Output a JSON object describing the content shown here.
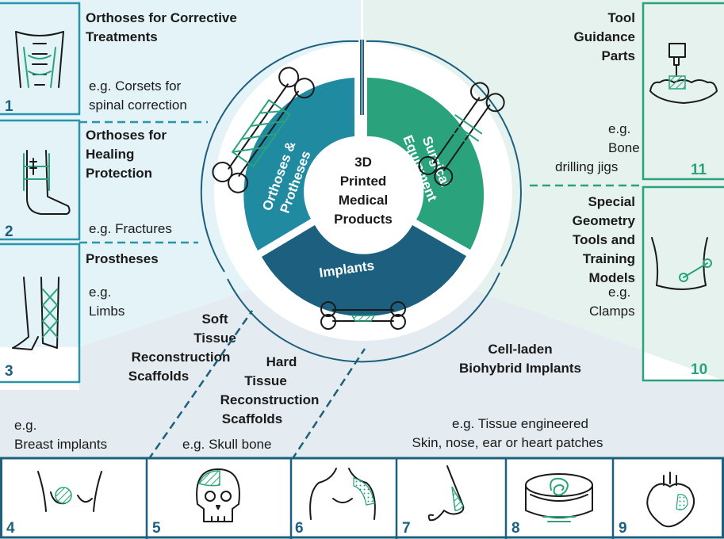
{
  "colors": {
    "orthoses_ring": "#1f8aa0",
    "surgical_ring": "#2aa37d",
    "implants_ring": "#1c5f7e",
    "left_panel_bg": "#e3f3f8",
    "right_panel_bg": "#e6f2ee",
    "bottom_panel_bg": "#e4ecf1",
    "left_border": "#2a94a8",
    "right_border": "#2aa37d",
    "bottom_border": "#1c5f7e",
    "accent_green": "#2aa37d"
  },
  "center": {
    "line1": "3D",
    "line2": "Printed",
    "line3": "Medical",
    "line4": "Products"
  },
  "ring": {
    "orthoses_line1": "Orthoses &",
    "orthoses_line2": "Protheses",
    "surgical_line1": "Surgical",
    "surgical_line2": "Equipment",
    "implants": "Implants"
  },
  "left": [
    {
      "number": "1",
      "title_line1": "Orthoses for Corrective",
      "title_line2": "Treatments",
      "example_line1": "e.g. Corsets for",
      "example_line2": "spinal correction",
      "icon": "spine-corset-icon"
    },
    {
      "number": "2",
      "title_line1": "Orthoses for",
      "title_line2": "Healing",
      "title_line3": "Protection",
      "example_line1": "e.g. Fractures",
      "icon": "ankle-brace-icon"
    },
    {
      "number": "3",
      "title_line1": "Prostheses",
      "example_line1": "e.g.",
      "example_line2": "Limbs",
      "icon": "leg-prosthesis-icon"
    }
  ],
  "right": [
    {
      "number": "11",
      "title_line1": "Tool",
      "title_line2": "Guidance",
      "title_line3": "Parts",
      "example_line1": "e.g.",
      "example_line2": "Bone",
      "example_line3": "drilling jigs",
      "icon": "dental-drill-icon"
    },
    {
      "number": "10",
      "title_line1": "Special",
      "title_line2": "Geometry",
      "title_line3": "Tools and",
      "title_line4": "Training",
      "title_line5": "Models",
      "example_line1": "e.g.",
      "example_line2": "Clamps",
      "icon": "clamp-shoulder-icon"
    }
  ],
  "bottom": {
    "soft_line1": "Soft",
    "soft_line2": "Tissue",
    "soft_line3": "Reconstruction",
    "soft_line4": "Scaffolds",
    "hard_line1": "Hard",
    "hard_line2": "Tissue",
    "hard_line3": "Reconstruction",
    "hard_line4": "Scaffolds",
    "cell_line1": "Cell-laden",
    "cell_line2": "Biohybrid Implants",
    "ex_breast_line1": "e.g.",
    "ex_breast_line2": "Breast implants",
    "ex_skull": "e.g. Skull bone",
    "ex_tissue_line1": "e.g. Tissue engineered",
    "ex_tissue_line2": "Skin, nose, ear or heart patches",
    "boxes": [
      {
        "number": "4",
        "icon": "breast-implant-icon"
      },
      {
        "number": "5",
        "icon": "skull-icon"
      },
      {
        "number": "6",
        "icon": "shoulder-skin-icon"
      },
      {
        "number": "7",
        "icon": "nose-ear-icon"
      },
      {
        "number": "8",
        "icon": "petri-dish-icon"
      },
      {
        "number": "9",
        "icon": "heart-patch-icon"
      }
    ]
  }
}
